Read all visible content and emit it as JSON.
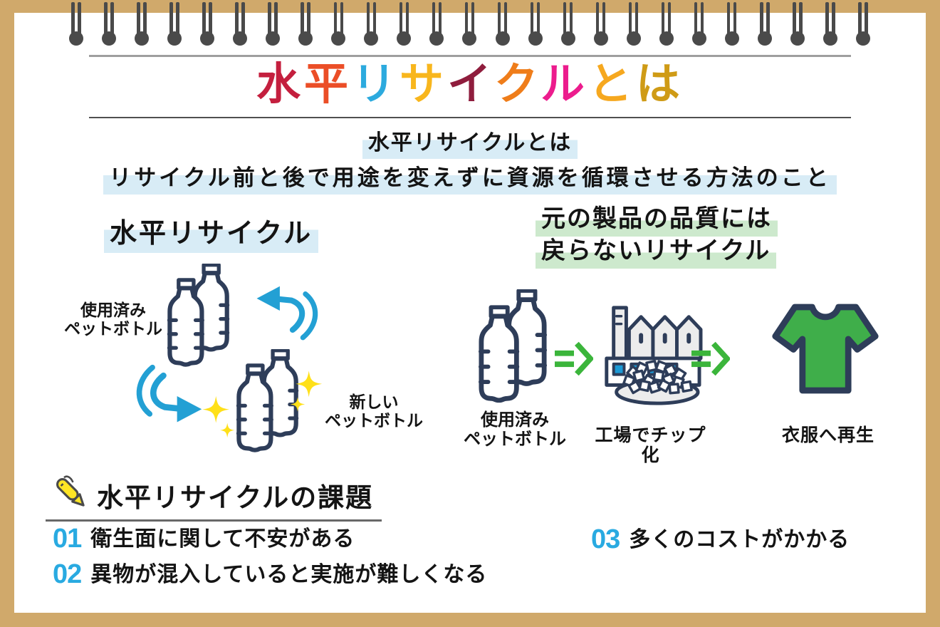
{
  "title": {
    "text": "水平リサイクルとは",
    "chars": [
      {
        "char": "水",
        "color": "#c41f3e"
      },
      {
        "char": "平",
        "color": "#eb4e27"
      },
      {
        "char": "リ",
        "color": "#2caade"
      },
      {
        "char": "サ",
        "color": "#f8b61d"
      },
      {
        "char": "イ",
        "color": "#8f1d3d"
      },
      {
        "char": "ク",
        "color": "#ef7d1a"
      },
      {
        "char": "ル",
        "color": "#ec1c8d"
      },
      {
        "char": "と",
        "color": "#f6a81f"
      },
      {
        "char": "は",
        "color": "#cf9b16"
      }
    ]
  },
  "definition": {
    "line1": "水平リサイクルとは",
    "line2": "リサイクル前と後で用途を変えずに資源を循環させる方法のこと"
  },
  "left_panel": {
    "heading": "水平リサイクル",
    "used_label": [
      "使用済み",
      "ペットボトル"
    ],
    "new_label": [
      "新しい",
      "ペットボトル"
    ]
  },
  "right_panel": {
    "heading_lines": [
      "元の製品の品質には",
      "戻らないリサイクル"
    ],
    "used_label": [
      "使用済み",
      "ペットボトル"
    ],
    "factory_label": "工場でチップ化",
    "shirt_label": "衣服へ再生"
  },
  "challenges": {
    "heading": "水平リサイクルの課題",
    "items": [
      {
        "number": "01",
        "text": "衛生面に関して不安がある"
      },
      {
        "number": "02",
        "text": "異物が混入していると実施が難しくなる"
      },
      {
        "number": "03",
        "text": "多くのコストがかかる"
      }
    ]
  },
  "colors": {
    "border_tan": "#d0a96b",
    "pin_gray": "#4a4a4a",
    "highlight_blue": "#d8ecf6",
    "highlight_green": "#cde9cd",
    "accent_blue": "#29aae1",
    "arrow_blue": "#23a0d4",
    "arrow_green": "#3bb53b",
    "shirt_green": "#3fae4a",
    "window_blue": "#1b9ad6",
    "outline_navy": "#2e3d59",
    "sparkle_yellow": "#ffe019",
    "pen_yellow": "#ffe524",
    "factory_gray": "#ececec",
    "text_black": "#141414"
  }
}
